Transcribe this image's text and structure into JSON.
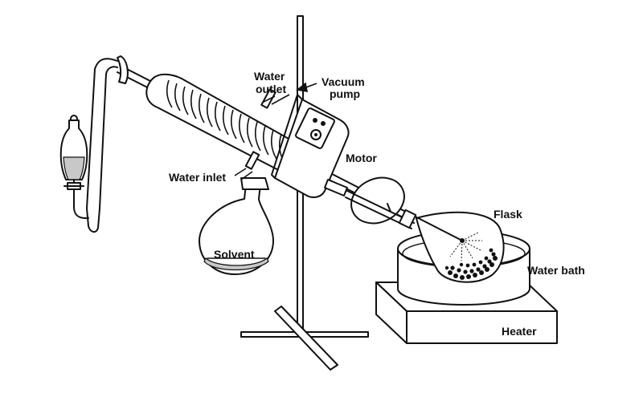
{
  "labels": {
    "water_outlet_1": "Water",
    "water_outlet_2": "outlet",
    "vacuum_pump_1": "Vacuum",
    "vacuum_pump_2": "pump",
    "water_inlet": "Water inlet",
    "motor": "Motor",
    "flask": "Flask",
    "solvent": "Solvent",
    "water_bath": "Water bath",
    "heater": "Heater"
  },
  "colors": {
    "line": "#111111",
    "liquid": "#c8c8c8",
    "background": "#ffffff"
  },
  "parts": [
    "separatory-funnel",
    "condenser",
    "receiving-flask",
    "motor-unit",
    "evaporating-flask",
    "water-bath",
    "heater",
    "support-stand"
  ]
}
